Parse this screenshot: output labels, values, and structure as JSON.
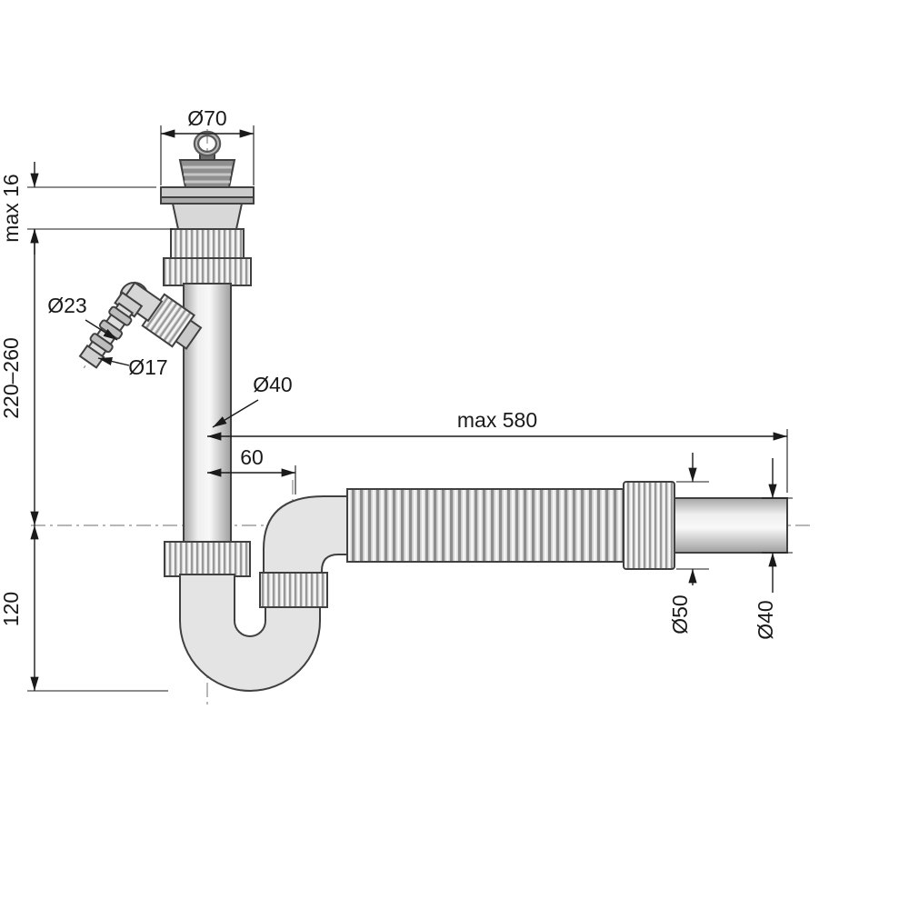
{
  "dims": {
    "o70": "Ø70",
    "max16": "max 16",
    "o23": "Ø23",
    "o17": "Ø17",
    "height_range": "220–260",
    "o40_pipe": "Ø40",
    "max580": "max 580",
    "offset60": "60",
    "depth120": "120",
    "o50": "Ø50",
    "o40_outlet": "Ø40"
  },
  "colors": {
    "outline": "#404040",
    "dimension": "#1a1a1a",
    "centerline": "#8a8a8a",
    "fill": "#e6e6e6",
    "background": "#ffffff"
  }
}
